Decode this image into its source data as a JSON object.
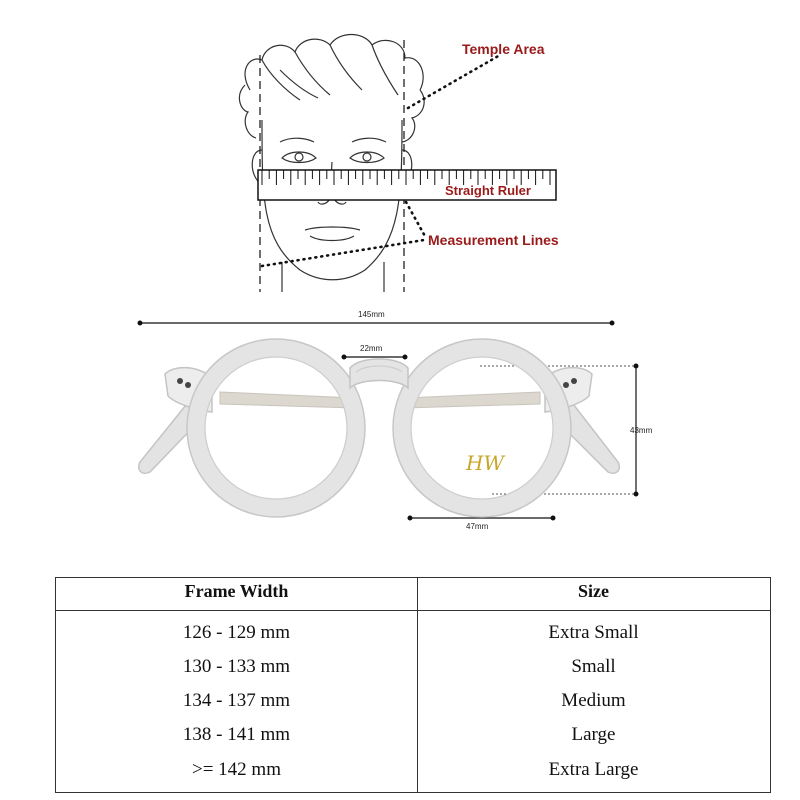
{
  "diagram": {
    "labels": {
      "temple_area": "Temple Area",
      "straight_ruler": "Straight Ruler",
      "measurement_lines": "Measurement Lines"
    },
    "dimensions": {
      "total_width": "145mm",
      "bridge": "22mm",
      "lens_height": "43mm",
      "lens_width": "47mm"
    },
    "logo": "HW"
  },
  "colors": {
    "label_red": "#9a1a1a",
    "logo_gold": "#c9a52a"
  },
  "size_table": {
    "headers": [
      "Frame Width",
      "Size"
    ],
    "rows": [
      {
        "width": "126 - 129 mm",
        "size": "Extra Small"
      },
      {
        "width": "130 - 133 mm",
        "size": "Small"
      },
      {
        "width": "134 - 137 mm",
        "size": "Medium"
      },
      {
        "width": "138 - 141 mm",
        "size": "Large"
      },
      {
        "width": ">= 142 mm",
        "size": "Extra Large"
      }
    ]
  }
}
